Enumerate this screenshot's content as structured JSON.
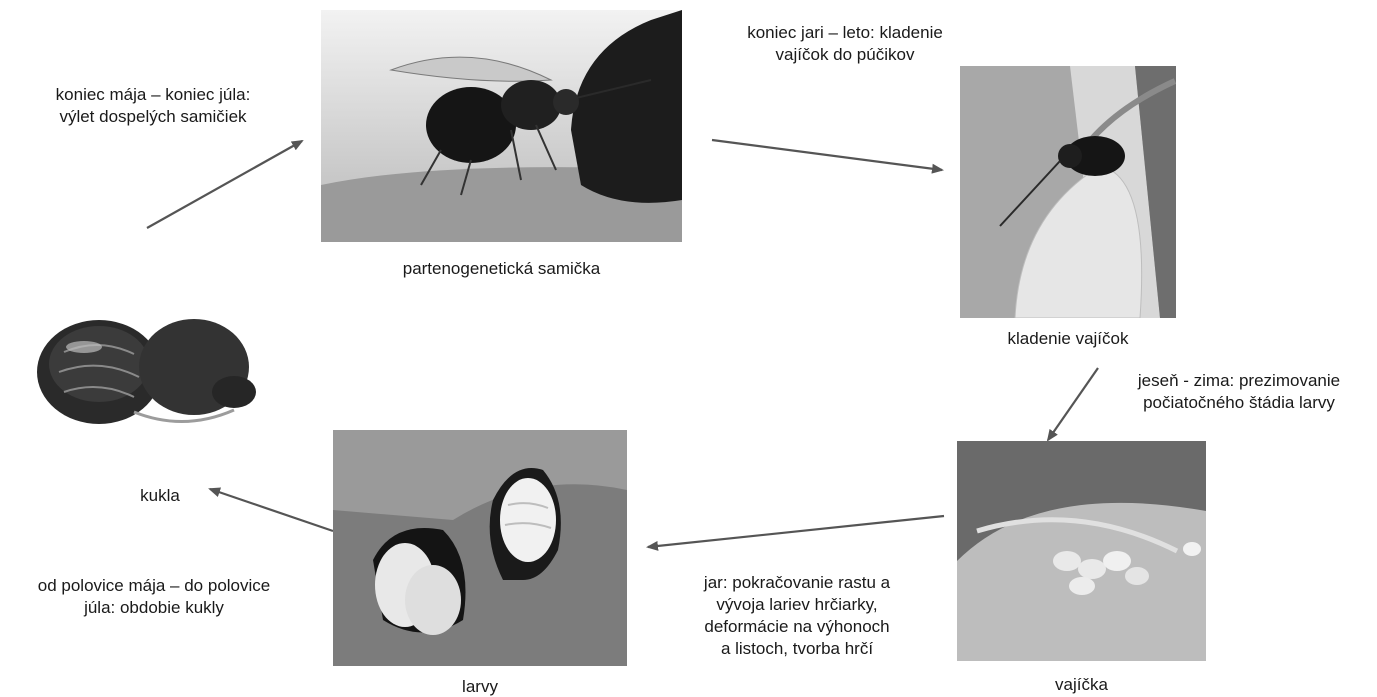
{
  "stages": {
    "adult": {
      "caption": "partenogenetická samička",
      "icon": "wasp-on-leaf-photo"
    },
    "oviposition": {
      "caption": "kladenie vajíčok",
      "icon": "wasp-on-bud-photo"
    },
    "eggs": {
      "caption": "vajíčka",
      "icon": "eggs-photo"
    },
    "larvae": {
      "caption": "larvy",
      "icon": "larvae-photo"
    },
    "pupa": {
      "caption": "kukla",
      "icon": "pupa-photo"
    }
  },
  "transitions": {
    "emergence": "koniec mája – koniec júla:\nvýlet dospelých samičiek",
    "egg_laying": "koniec jari – leto: kladenie\nvajíčok do púčikov",
    "overwintering": "jeseň - zima: prezimovanie\npočiatočného štádia larvy",
    "spring_growth": "jar: pokračovanie rastu a\nvývoja lariev hrčiarky,\ndeformácie na výhonoch\na listoch, tvorba hrčí",
    "pupation": "od polovice mája – do polovice\njúla: obdobie kukly"
  },
  "colors": {
    "arrow": "#555555",
    "text": "#1a1a1a",
    "photo_bg": "#cfcfcf"
  }
}
